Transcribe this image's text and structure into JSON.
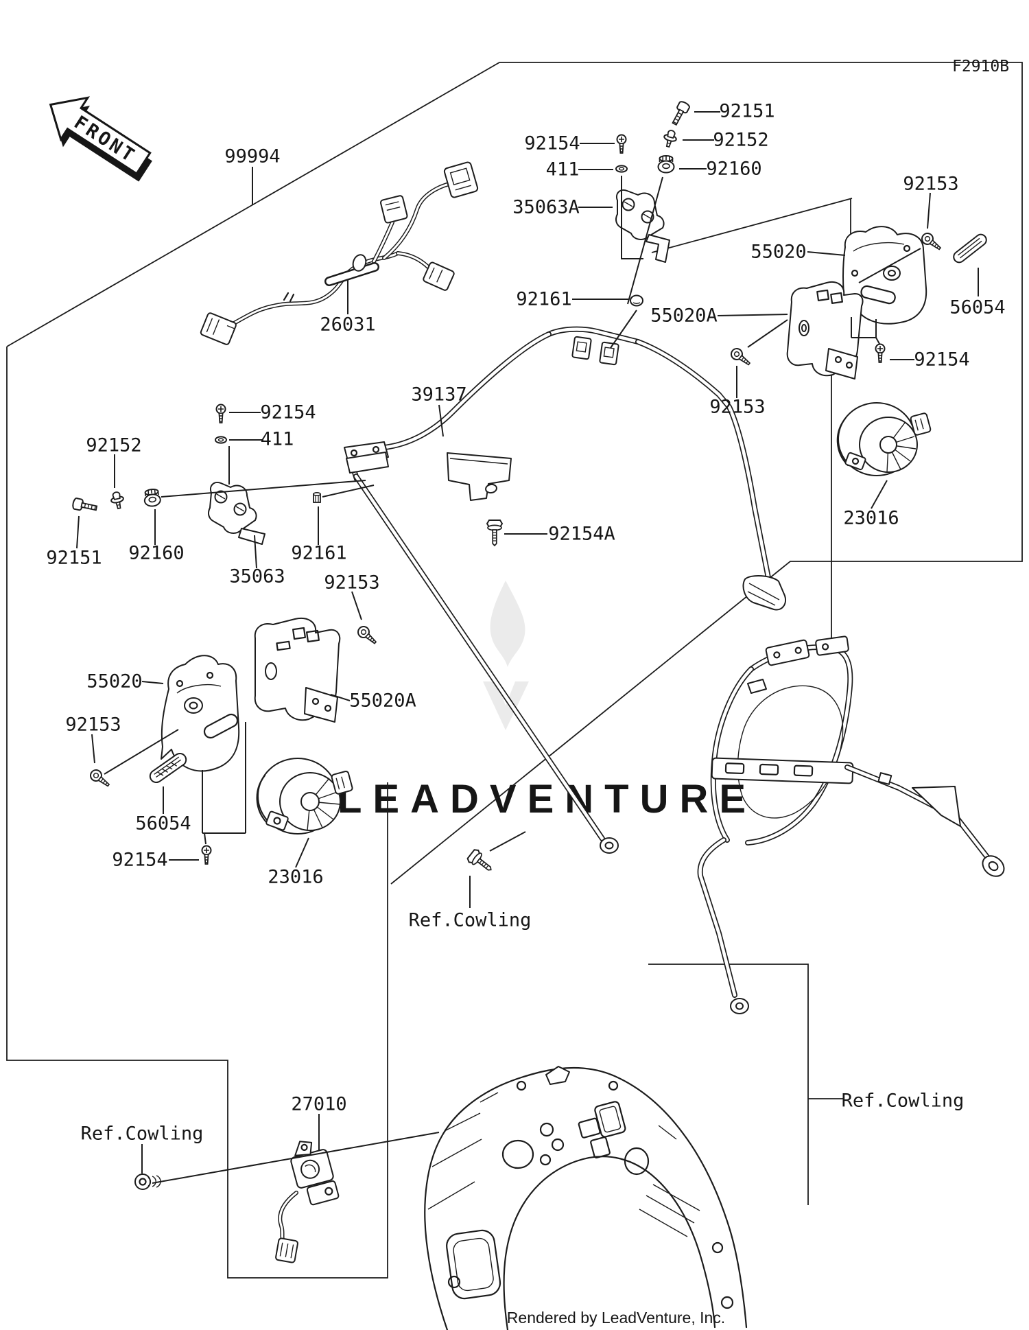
{
  "diagram": {
    "code": "F2910B",
    "front_label": "FRONT",
    "ref_label": "Ref.Cowling",
    "watermark": "LEADVENTURE",
    "credit": "Rendered by LeadVenture, Inc.",
    "parts": {
      "99994": "99994",
      "26031": "26031",
      "39137": "39137",
      "27010": "27010",
      "23016": "23016",
      "35063": "35063",
      "35063A": "35063A",
      "411": "411",
      "55020": "55020",
      "55020A": "55020A",
      "56054": "56054",
      "92151": "92151",
      "92152": "92152",
      "92153": "92153",
      "92154": "92154",
      "92154A": "92154A",
      "92160": "92160",
      "92161": "92161"
    }
  }
}
